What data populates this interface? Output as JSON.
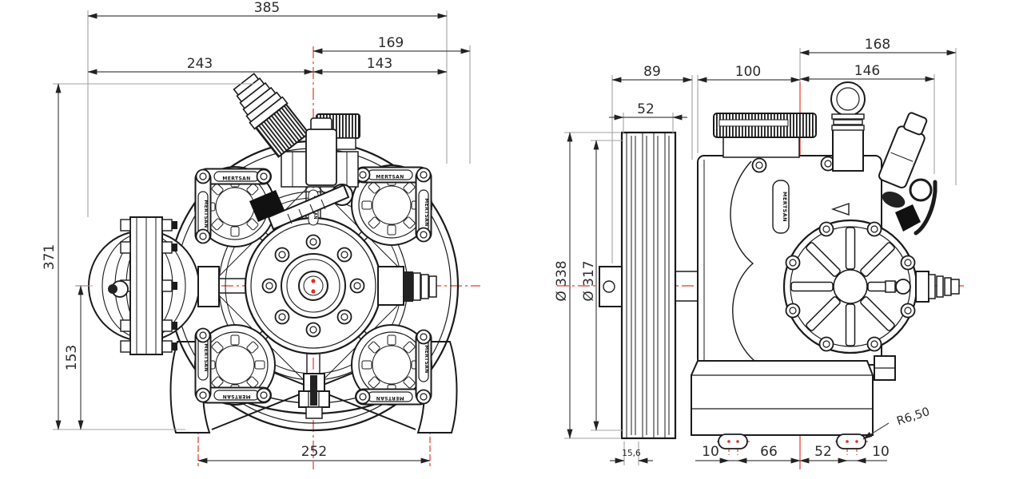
{
  "document": {
    "kind": "technical-drawing",
    "brand": "MERTSAN",
    "colors": {
      "outline": "#1b1b1b",
      "centerline_red": "#ee3524",
      "dimension_line": "#474747",
      "extension_line": "#a3a3a3",
      "text": "#2b2b2b",
      "paper": "#ffffff"
    },
    "front_view": {
      "label": "front-view",
      "dims": {
        "overall_width": "385",
        "upper_right_width": "169",
        "left_width": "243",
        "right_width": "143",
        "overall_height": "371",
        "lower_height": "153",
        "foot_spacing": "252"
      }
    },
    "side_view": {
      "label": "side-view",
      "dims": {
        "pulley_width": "89",
        "front_depth": "100",
        "rear_depth": "146",
        "rear_overall": "168",
        "groove_width": "52",
        "pulley_diameter": "Ø 338",
        "root_diameter": "Ø 317",
        "hub_offset": "15,6",
        "left_slot_pitch": "10",
        "left_slot_to_center": "66",
        "center_to_right_slot": "52",
        "right_slot_pitch": "10",
        "slot_radius": "R6,50"
      }
    }
  }
}
